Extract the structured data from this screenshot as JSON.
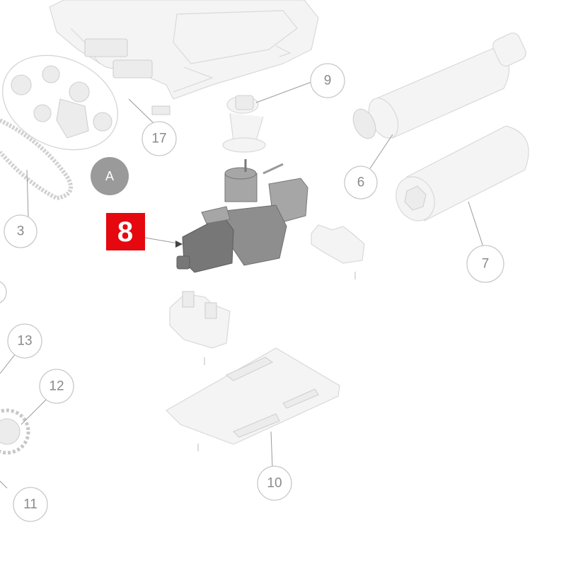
{
  "diagram": {
    "highlight": {
      "label": "8",
      "color": "#e5080f",
      "text_color": "#ffffff"
    },
    "section_badge": {
      "label": "A",
      "color": "#9a9a9a",
      "text_color": "#ffffff"
    },
    "callouts": [
      {
        "id": "c3",
        "label": "3"
      },
      {
        "id": "c6",
        "label": "6"
      },
      {
        "id": "c7",
        "label": "7"
      },
      {
        "id": "c9",
        "label": "9"
      },
      {
        "id": "c10",
        "label": "10"
      },
      {
        "id": "c11",
        "label": "11"
      },
      {
        "id": "c12",
        "label": "12"
      },
      {
        "id": "c13",
        "label": "13"
      },
      {
        "id": "c17",
        "label": "17"
      }
    ]
  }
}
